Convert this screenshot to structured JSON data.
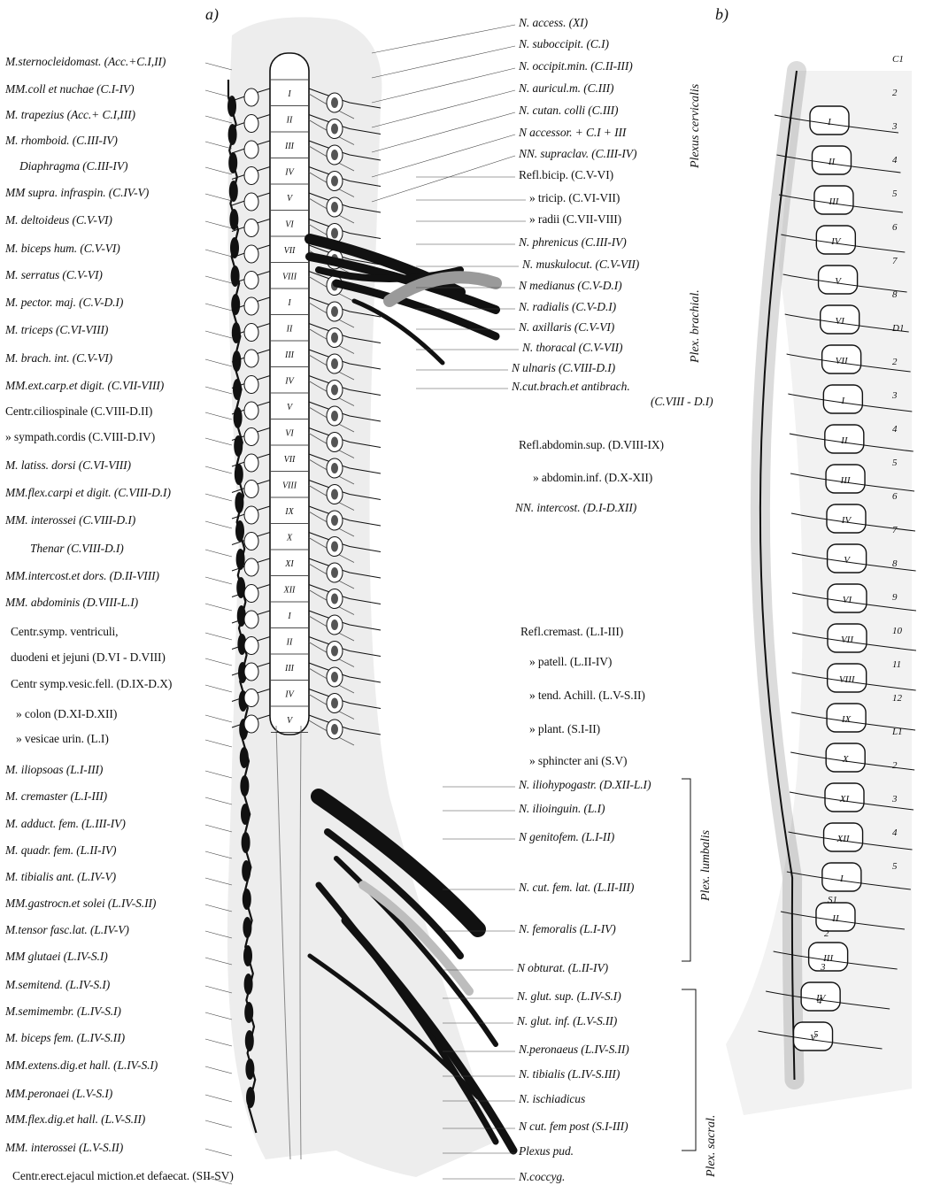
{
  "panels": {
    "a": "a)",
    "b": "b)"
  },
  "left_labels": [
    "M.sternocleidomast. (Acc.+C.I,II)",
    "MM.coll et nuchae (C.I-IV)",
    "M. trapezius (Acc.+ C.I,III)",
    "M. rhomboid. (C.III-IV)",
    "Diaphragma (C.III-IV)",
    "MM supra. infraspin. (C.IV-V)",
    "M. deltoideus (C.V-VI)",
    "M. biceps hum. (C.V-VI)",
    "M. serratus (C.V-VI)",
    "M. pector. maj. (C.V-D.I)",
    "M. triceps (C.VI-VIII)",
    "M. brach. int. (C.V-VI)",
    "MM.ext.carp.et digit. (C.VII-VIII)",
    "Centr.ciliospinale (C.VIII-D.II)",
    "» sympath.cordis (C.VIII-D.IV)",
    "M. latiss. dorsi (C.VI-VIII)",
    "MM.flex.carpi et digit. (C.VIII-D.I)",
    "MM. interossei (C.VIII-D.I)",
    "Thenar (C.VIII-D.I)",
    "MM.intercost.et dors. (D.II-VIII)",
    "MM. abdominis (D.VIII-L.I)",
    "Centr.symp. ventriculi,",
    "duodeni et jejuni (D.VI - D.VIII)",
    "Centr symp.vesic.fell. (D.IX-D.X)",
    "» colon (D.XI-D.XII)",
    "» vesicae urin. (L.I)",
    "M. iliopsoas (L.I-III)",
    "M. cremaster (L.I-III)",
    "M. adduct. fem. (L.III-IV)",
    "M. quadr. fem. (L.II-IV)",
    "M. tibialis ant. (L.IV-V)",
    "MM.gastrocn.et solei (L.IV-S.II)",
    "M.tensor fasc.lat. (L.IV-V)",
    "MM glutaei (L.IV-S.I)",
    "M.semitend. (L.IV-S.I)",
    "M.semimembr. (L.IV-S.I)",
    "M. biceps fem. (L.IV-S.II)",
    "MM.extens.dig.et hall. (L.IV-S.I)",
    "MM.peronaei (L.V-S.I)",
    "MM.flex.dig.et hall. (L.V-S.II)",
    "MM. interossei (L.V-S.II)",
    "Centr.erect.ejacul miction.et defaecat. (SII-SV)"
  ],
  "right_labels": [
    "N. access.     (XI)",
    "N. suboccipit. (C.I)",
    "N. occipit.min. (C.II-III)",
    "N. auricul.m. (C.III)",
    "N. cutan. colli (C.III)",
    "N accessor. + C.I + III",
    "NN. supraclav. (C.III-IV)",
    "Refl.bicip. (C.V-VI)",
    "» tricip. (C.VI-VII)",
    "» radii (C.VII-VIII)",
    "N. phrenicus (C.III-IV)",
    "N. muskulocut. (C.V-VII)",
    "N medianus (C.V-D.I)",
    "N. radialis (C.V-D.I)",
    "N. axillaris (C.V-VI)",
    "N. thoracal (C.V-VII)",
    "N ulnaris (C.VIII-D.I)",
    "N.cut.brach.et antibrach.",
    "(C.VIII - D.I)",
    "Refl.abdomin.sup. (D.VIII-IX)",
    "» abdomin.inf. (D.X-XII)",
    "NN. intercost. (D.I-D.XII)",
    "Refl.cremast. (L.I-III)",
    "» patell. (L.II-IV)",
    "» tend. Achill. (L.V-S.II)",
    "» plant. (S.I-II)",
    "» sphincter ani (S.V)",
    "N. iliohypogastr. (D.XII-L.I)",
    "N. ilioinguin. (L.I)",
    "N genitofem. (L.I-II)",
    "N. cut. fem. lat. (L.II-III)",
    "N. femoralis (L.I-IV)",
    "N obturat. (L.II-IV)",
    "N. glut. sup. (L.IV-S.I)",
    "N. glut. inf. (L.V-S.II)",
    "N.peronaeus (L.IV-S.II)",
    "N. tibialis (L.IV-S.III)",
    "N. ischiadicus",
    "N cut. fem post (S.I-III)",
    "Plexus pud.",
    "N.coccyg."
  ],
  "plexus_labels": {
    "cervicalis": "Plexus cervicalis",
    "brachial": "Plex. brachial.",
    "lumbalis": "Plex. lumbalis",
    "sacral": "Plex. sacral."
  },
  "segments_a": [
    "I",
    "II",
    "III",
    "IV",
    "V",
    "VI",
    "VII",
    "VIII",
    "I",
    "II",
    "III",
    "IV",
    "V",
    "VI",
    "VII",
    "VIII",
    "IX",
    "X",
    "XI",
    "XII",
    "I",
    "II",
    "III",
    "IV",
    "V"
  ],
  "nerve_numbers_b": [
    "C1",
    "2",
    "3",
    "4",
    "5",
    "6",
    "7",
    "8",
    "D1",
    "2",
    "3",
    "4",
    "5",
    "6",
    "7",
    "8",
    "9",
    "10",
    "11",
    "12",
    "L1",
    "2",
    "3",
    "4",
    "5",
    "S1",
    "2",
    "3",
    "4",
    "5"
  ],
  "vertebrae_b": [
    "I",
    "II",
    "III",
    "IV",
    "V",
    "VI",
    "VII",
    "I",
    "II",
    "III",
    "IV",
    "V",
    "VI",
    "VII",
    "VIII",
    "IX",
    "X",
    "XI",
    "XII",
    "I",
    "II",
    "III",
    "IV",
    "V"
  ],
  "colors": {
    "ink": "#111111",
    "paper": "#ffffff",
    "shade": "#bdbdbd"
  }
}
